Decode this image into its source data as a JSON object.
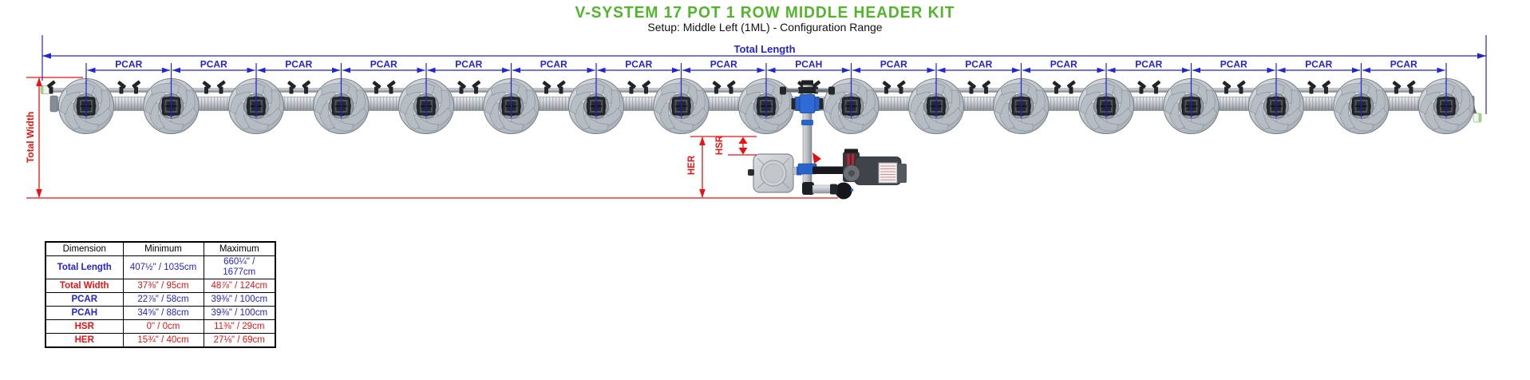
{
  "title": "V-SYSTEM 17 POT 1 ROW MIDDLE HEADER KIT",
  "subtitle": "Setup: Middle Left (1ML) - Configuration Range",
  "colors": {
    "title_green": "#53b52c",
    "dim_blue": "#2323d7",
    "dim_red": "#ee1111",
    "fitting_blue": "#2a62cc",
    "pump_red": "#cc2127"
  },
  "diagram": {
    "pot_count": 17,
    "total_length_label": "Total Length",
    "total_width_label": "Total Width",
    "hsr_label": "HSR",
    "her_label": "HER",
    "gap_labels": [
      "PCAR",
      "PCAR",
      "PCAR",
      "PCAR",
      "PCAR",
      "PCAR",
      "PCAR",
      "PCAR",
      "PCAH",
      "PCAR",
      "PCAR",
      "PCAR",
      "PCAR",
      "PCAR",
      "PCAR",
      "PCAR"
    ]
  },
  "table": {
    "headers": [
      "Dimension",
      "Minimum",
      "Maximum"
    ],
    "rows": [
      {
        "dimension": "Total Length",
        "min": "407½\" / 1035cm",
        "max": "660¼\" / 1677cm",
        "color": "blue"
      },
      {
        "dimension": "Total Width",
        "min": "37⅜\" / 95cm",
        "max": "48⅞\" / 124cm",
        "color": "red"
      },
      {
        "dimension": "PCAR",
        "min": "22⅞\" / 58cm",
        "max": "39⅜\" / 100cm",
        "color": "blue"
      },
      {
        "dimension": "PCAH",
        "min": "34⅝\" / 88cm",
        "max": "39⅜\" / 100cm",
        "color": "blue"
      },
      {
        "dimension": "HSR",
        "min": "0\" / 0cm",
        "max": "11⅜\" / 29cm",
        "color": "red"
      },
      {
        "dimension": "HER",
        "min": "15¾\" / 40cm",
        "max": "27⅛\" / 69cm",
        "color": "red"
      }
    ]
  }
}
